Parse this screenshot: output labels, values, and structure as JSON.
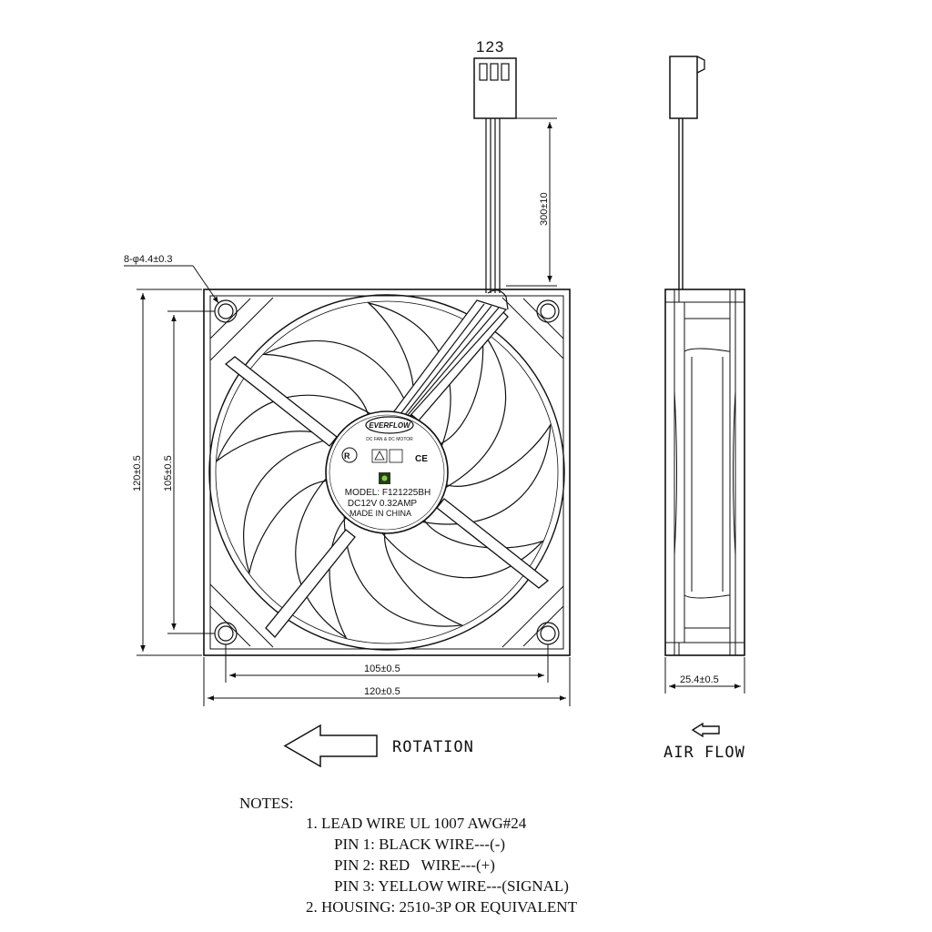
{
  "pins_label": "123",
  "cable_length": "300±10",
  "hole_spec": "8-φ4.4±0.3",
  "dims": {
    "height_outer": "120±0.5",
    "height_holes": "105±0.5",
    "width_holes": "105±0.5",
    "width_outer": "120±0.5",
    "depth": "25.4±0.5"
  },
  "hub": {
    "brand": "EVERFLOW",
    "subtitle": "DC FAN & DC MOTOR",
    "cert_ce": "CE",
    "model": "MODEL: F121225BH",
    "rating": "DC12V  0.32AMP",
    "origin": "MADE IN CHINA"
  },
  "rotation_label": "ROTATION",
  "airflow_label": "AIR FLOW",
  "notes": {
    "title": "NOTES:",
    "lines": [
      "1. LEAD WIRE UL 1007 AWG#24",
      "PIN 1: BLACK WIRE---(-)",
      "PIN 2: RED   WIRE---(+)",
      "PIN 3: YELLOW WIRE---(SIGNAL)",
      "2. HOUSING: 2510-3P OR EQUIVALENT"
    ]
  }
}
